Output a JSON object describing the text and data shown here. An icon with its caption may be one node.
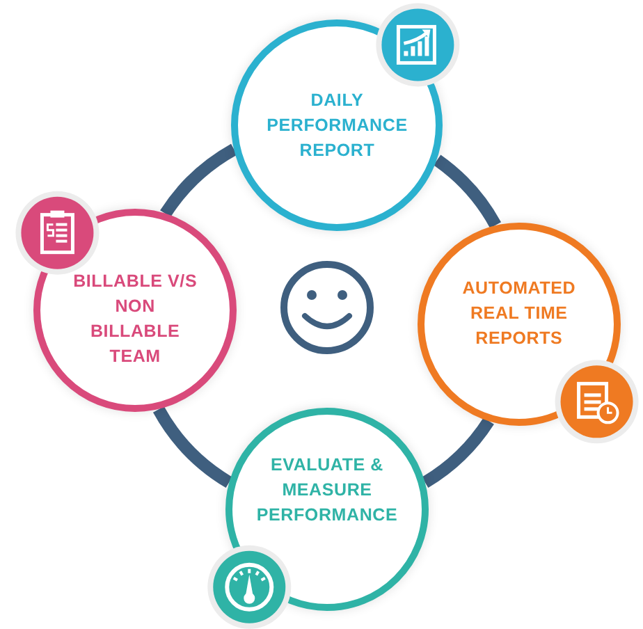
{
  "diagram": {
    "nodes": [
      {
        "text": [
          "DAILY PERFORMANCE REPORT"
        ]
      },
      {
        "text": [
          "BILLABLE V/S NON BILLABLE TEAM"
        ]
      },
      {
        "text": [
          "AUTOMATED REAL TIME REPORTS"
        ]
      },
      {
        "text": [
          "EVALUATE & MEASURE PERFORMANCE"
        ]
      }
    ],
    "edges": [
      {
        "from": 0,
        "to": 2,
        "arrow": "none"
      },
      {
        "from": 2,
        "to": 3,
        "arrow": "none"
      },
      {
        "from": 3,
        "to": 1,
        "arrow": "none"
      },
      {
        "from": 1,
        "to": 0,
        "arrow": "none"
      }
    ]
  }
}
